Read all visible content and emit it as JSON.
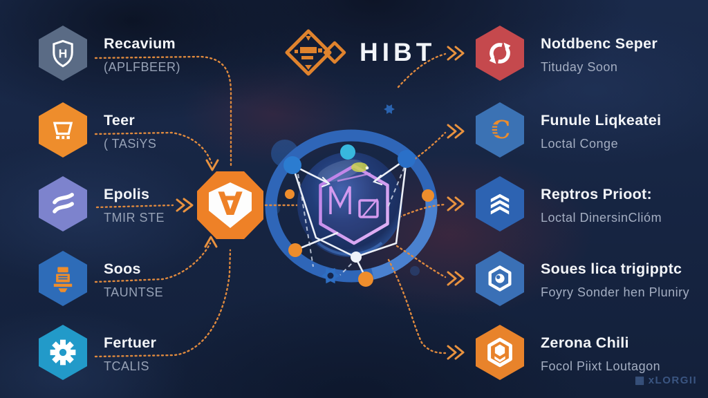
{
  "header": {
    "title": "HIBT"
  },
  "hub": {
    "glyph": "∀"
  },
  "left_items": [
    {
      "title": "Recavium",
      "subtitle": "(APLFBEER)",
      "icon": "shield-h-icon",
      "hex_color": "#5a6b85"
    },
    {
      "title": "Teer",
      "subtitle": "( TASiYS",
      "icon": "cart-icon",
      "hex_color": "#ee8d2c"
    },
    {
      "title": "Epolis",
      "subtitle": "TMIR STE",
      "icon": "waves-icon",
      "hex_color": "#7d83cd"
    },
    {
      "title": "Soos",
      "subtitle": "TAUNTSE",
      "icon": "machine-icon",
      "hex_color": "#2e6cb8"
    },
    {
      "title": "Fertuer",
      "subtitle": "TCALIS",
      "icon": "gear-icon",
      "hex_color": "#229ac9"
    }
  ],
  "right_items": [
    {
      "title": "Notdbenc Seper",
      "subtitle": "Tituday Soon",
      "icon": "sync-arrows-icon",
      "hex_color": "#c5494d"
    },
    {
      "title": "Funule Liqkeatei",
      "subtitle": "Loctal Conge",
      "icon": "coin-c-icon",
      "hex_color": "#3b72b4"
    },
    {
      "title": "Reptros Prioot:",
      "subtitle": "Loctal DinersinClióm",
      "icon": "layers-chevron-icon",
      "hex_color": "#2d63b2"
    },
    {
      "title": "Soues lica trigipptc",
      "subtitle": "Foyry Sonder hen Pluniry",
      "icon": "hex-globe-icon",
      "hex_color": "#3a70b6"
    },
    {
      "title": "Zerona Chili",
      "subtitle": "Focol Piixt Loutagon",
      "icon": "hex-stack-icon",
      "hex_color": "#e8832b"
    }
  ],
  "watermark": {
    "text": "xLORGII"
  },
  "colors": {
    "background": "#16233f",
    "connector_orange": "#e08a3e",
    "ring_blue": "#2f66b8",
    "hub_orange": "#ee8127",
    "hex_wireframe_purple": "#c98fe8",
    "node_blue": "#2b7cd0",
    "node_cyan": "#38b8de",
    "node_orange": "#ee8d2c"
  }
}
